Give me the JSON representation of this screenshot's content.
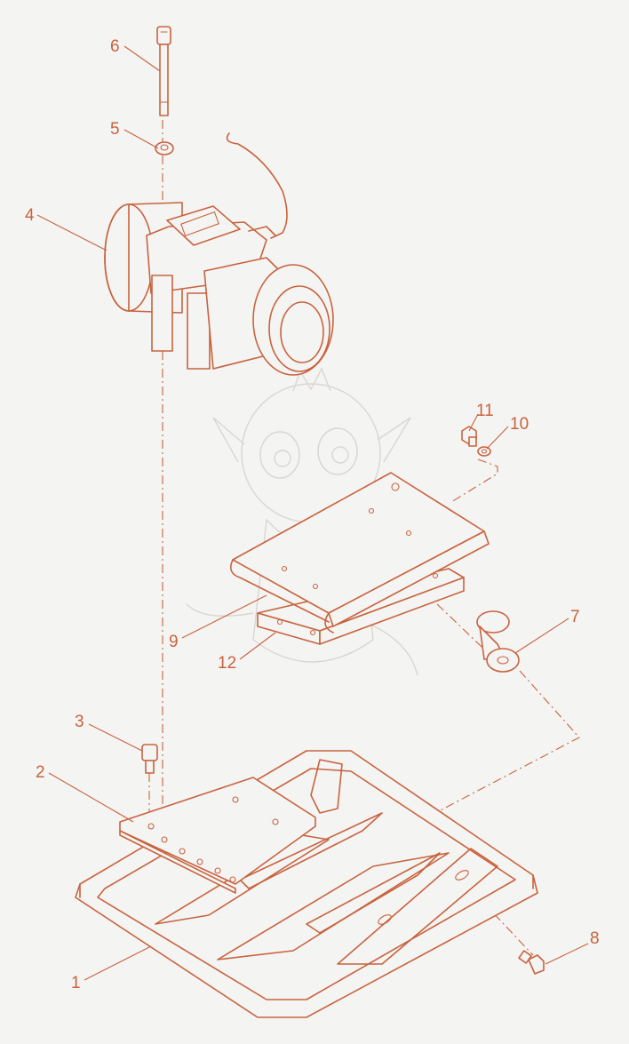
{
  "colors": {
    "ink": "#c8633e",
    "paper": "#f4f4f3",
    "background": "#f4f4f3"
  },
  "diagram": {
    "type": "exploded-assembly",
    "callouts": [
      {
        "id": "1",
        "label": "1"
      },
      {
        "id": "2",
        "label": "2"
      },
      {
        "id": "3",
        "label": "3"
      },
      {
        "id": "4",
        "label": "4"
      },
      {
        "id": "5",
        "label": "5"
      },
      {
        "id": "6",
        "label": "6"
      },
      {
        "id": "7",
        "label": "7"
      },
      {
        "id": "8",
        "label": "8"
      },
      {
        "id": "9",
        "label": "9"
      },
      {
        "id": "10",
        "label": "10"
      },
      {
        "id": "11",
        "label": "11"
      },
      {
        "id": "12",
        "label": "12"
      }
    ],
    "parts": [
      {
        "id": "base-plate",
        "callout": "1"
      },
      {
        "id": "mounting-plate",
        "callout": "2"
      },
      {
        "id": "cap-screw-small",
        "callout": "3"
      },
      {
        "id": "vibrator-motor",
        "callout": "4"
      },
      {
        "id": "washer",
        "callout": "5"
      },
      {
        "id": "long-bolt",
        "callout": "6"
      },
      {
        "id": "rubber-buffer",
        "callout": "7"
      },
      {
        "id": "plate-screw",
        "callout": "8"
      },
      {
        "id": "handle-bracket",
        "callout": "9"
      },
      {
        "id": "spring-washer",
        "callout": "10"
      },
      {
        "id": "hex-screw",
        "callout": "11"
      },
      {
        "id": "damping-pad",
        "callout": "12"
      }
    ]
  }
}
